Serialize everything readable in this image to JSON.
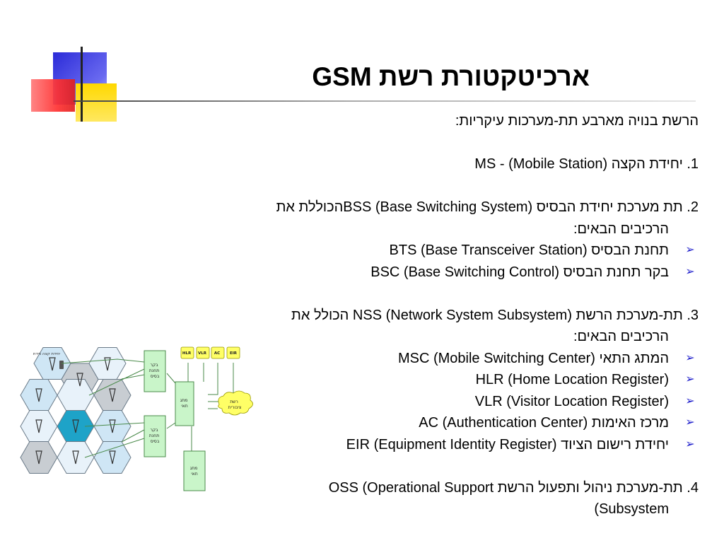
{
  "title": "ארכיטקטורת רשת GSM",
  "intro": "הרשת בנויה מארבע תת-מערכות עיקריות:",
  "item1": "1.  יחידת הקצה MS  -  (Mobile Station)",
  "item2": {
    "line1": "2. תת מערכת יחידת הבסיס BSS   (Base Switching System)הכוללת את",
    "line2": "הרכיבים הבאים:",
    "bullets": [
      "תחנת הבסיס BTS  (Base Transceiver Station)",
      "בקר תחנת הבסיס  BSC  (Base Switching Control)"
    ]
  },
  "item3": {
    "line1": "3. תת-מערכת הרשת NSS  (Network System Subsystem) הכולל את",
    "line2": "הרכיבים הבאים:",
    "bullets": [
      "המתג התאי  MSC  (Mobile Switching Center)",
      "HLR (Home Location Register)",
      "VLR  (Visitor Location Register)",
      "מרכז האימות  AC  (Authentication Center)",
      "יחידת רישום הציוד  EIR  (Equipment Identity Register)"
    ]
  },
  "item4": {
    "line1": "4. תת-מערכת ניהול ותפעול הרשת OSS   (Operational Support",
    "line2": "Subsystem)"
  },
  "diagram": {
    "registers": [
      "HLR",
      "VLR",
      "AC",
      "EIR"
    ],
    "bts_top": [
      "בקר",
      "תחנת",
      "בסיס"
    ],
    "bts_bottom": [
      "בקר",
      "תחנת",
      "בסיס"
    ],
    "msc": [
      "מתג",
      "תאי"
    ],
    "omc": [
      "מתג",
      "תאי"
    ],
    "public_net": [
      "רשת",
      "ציבורית"
    ],
    "mobile_label": "יחידת קצה ניידת"
  },
  "colors": {
    "bullet_arrow": "#2222cc",
    "cell_light": "#cfe6f5",
    "cell_center": "#1ea3c8",
    "cell_gray": "#c8cdd2",
    "box_green": "#c9f5c9",
    "register_yellow": "#ffff66"
  }
}
